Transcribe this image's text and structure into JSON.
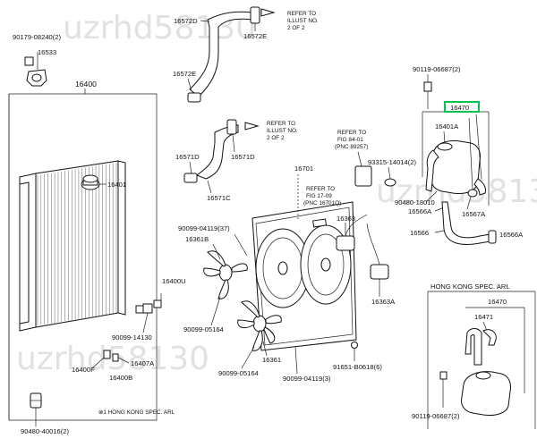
{
  "watermarks": [
    "uzrhd58130",
    "uzrhd58130",
    "uzrhd58130"
  ],
  "callouts": {
    "c90179_08240": "90179-08240(2)",
    "c16533": "16533",
    "c16400": "16400",
    "c16401_left": "16401",
    "c16400U": "16400U",
    "c90099_14130": "90099-14130",
    "c16400F": "16400F",
    "c16407A": "16407A",
    "c16400B": "16400B",
    "c90480_40016": "90480-40016(2)",
    "c16572D": "16572D",
    "c16572E_top": "16572E",
    "c16572E": "16572E",
    "c16571D_left": "16571D",
    "c16571D": "16571D",
    "c16571C": "16571C",
    "c16701": "16701",
    "c90099_04119_37": "90099-04119(37)",
    "c16361B": "16361B",
    "c90099_05164_a": "90099-05164",
    "c90099_05164_b": "90099-05164",
    "c16361": "16361",
    "c90099_04119_3": "90099-04119(3)",
    "c91651_B0618": "91651-B0618(6)",
    "c16363": "16363",
    "c16363A": "16363A",
    "c93315_14014": "93315-14014(2)",
    "c90119_06687_top": "90119-06687(2)",
    "c16470_top": "16470",
    "c16401A": "16401A",
    "c90480_18010": "90480-18010",
    "c16566A_left": "16566A",
    "c16567A": "16567A",
    "c16566": "16566",
    "c16566A_right": "16566A",
    "c16470_hk": "16470",
    "c16471": "16471",
    "c90119_06687_bot": "90119-06687(2)"
  },
  "refs": {
    "r_top_1": "REFER TO",
    "r_top_2": "ILLUST NO.",
    "r_top_3": "2 OF 2",
    "r_mid_1": "REFER TO",
    "r_mid_2": "ILLUST NO.",
    "r_mid_3": "2 OF 2",
    "r_fig84_1": "REFER TO",
    "r_fig84_2": "FIG 84-01",
    "r_fig84_3": "(PNC 89257)",
    "r_fig17_1": "REFER TO",
    "r_fig17_2": "FIG 17-09",
    "r_fig17_3": "(PNC 16701Q)"
  },
  "notes": {
    "hk_spec": "HONG KONG SPEC. ARL",
    "bottom_note": "⊗1 HONG KONG SPEC. ARL"
  },
  "colors": {
    "highlight": "#00c44f",
    "ink": "#111111"
  }
}
